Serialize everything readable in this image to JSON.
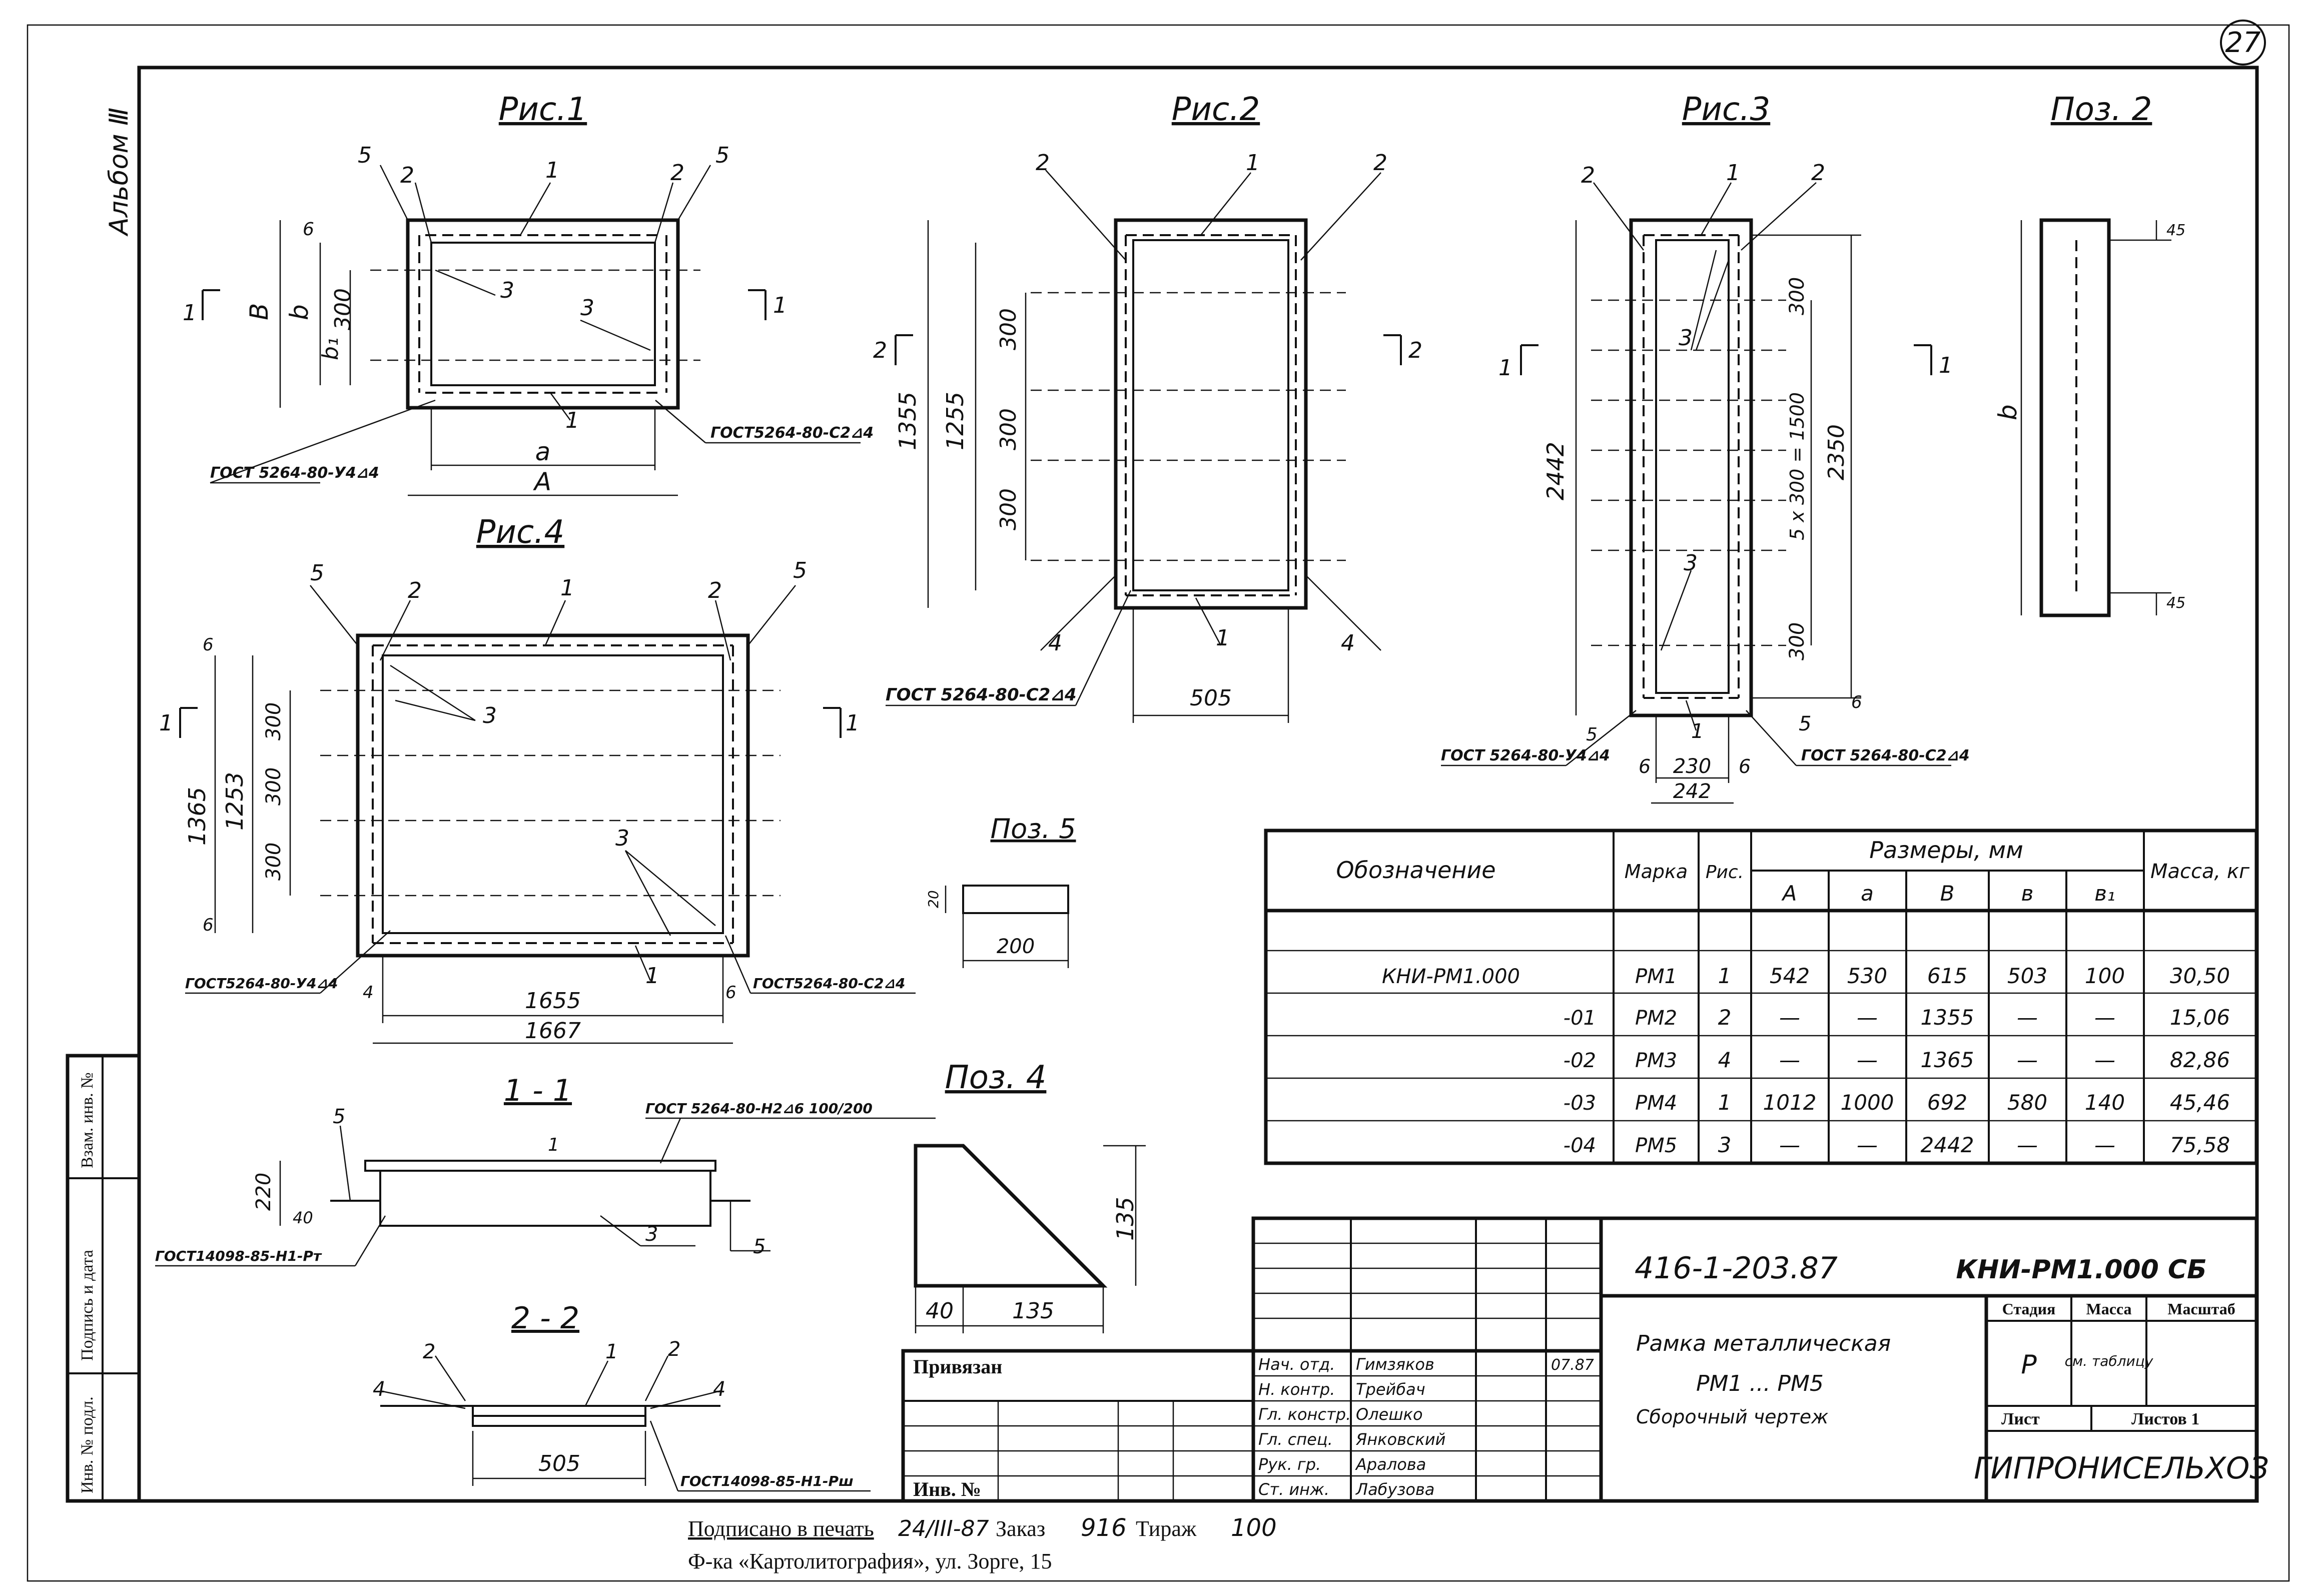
{
  "sheet": {
    "number": "27",
    "album": "Альбом Ⅲ"
  },
  "figures": {
    "fig1": {
      "title": "Рис.1",
      "ref2": "2",
      "ref5": "5",
      "ref1": "1",
      "ref3": "3",
      "dims": {
        "B": "B",
        "b": "b",
        "b1": "b₁",
        "d300": "300",
        "a": "a",
        "A": "A",
        "six": "6"
      },
      "section": "1",
      "weld_bottom": "ГОСТ 5264-80-У4⊿4",
      "weld_right": "ГОСТ5264-80-С2⊿4"
    },
    "fig2": {
      "title": "Рис.2",
      "ref2": "2",
      "ref1": "1",
      "ref4": "4",
      "dims": {
        "d1355": "1355",
        "d1255": "1255",
        "d300": "300",
        "d505": "505"
      },
      "section": "2",
      "weld": "ГОСТ 5264-80-С2⊿4"
    },
    "fig3": {
      "title": "Рис.3",
      "ref2": "2",
      "ref1": "1",
      "ref3": "3",
      "ref5": "5",
      "ref6": "6",
      "dims": {
        "d2442": "2442",
        "d5x300": "5 х 300 = 1500",
        "d2350": "2350",
        "d300": "300",
        "d230": "230",
        "d242": "242"
      },
      "section": "1",
      "weld_left": "ГОСТ 5264-80-У4⊿4",
      "weld_right": "ГОСТ 5264-80-С2⊿4"
    },
    "fig4": {
      "title": "Рис.4",
      "ref2": "2",
      "ref1": "1",
      "ref3": "3",
      "ref5": "5",
      "dims": {
        "d1365": "1365",
        "d1253": "1253",
        "d300": "300",
        "d1655": "1655",
        "d1667": "1667",
        "six": "6",
        "four": "4"
      },
      "section": "1",
      "weld_left": "ГОСТ5264-80-У4⊿4",
      "weld_right": "ГОСТ5264-80-С2⊿4"
    },
    "pos2": {
      "title": "Поз. 2",
      "dims": {
        "b": "b",
        "d45": "45"
      }
    },
    "pos5": {
      "title": "Поз. 5",
      "dims": {
        "d200": "200",
        "d20": "20"
      }
    },
    "pos4": {
      "title": "Поз. 4",
      "dims": {
        "d40": "40",
        "d135a": "135",
        "d135b": "135"
      }
    },
    "sec11": {
      "title": "1 - 1",
      "dims": {
        "d220": "220",
        "d40": "40"
      },
      "refs": {
        "r5": "5",
        "r1": "1",
        "r3": "3"
      },
      "weld_top": "ГОСТ 5264-80-Н2⊿6 100/200",
      "weld_bottom": "ГОСТ14098-85-Н1-Рт"
    },
    "sec22": {
      "title": "2 - 2",
      "dims": {
        "d505": "505"
      },
      "refs": {
        "r2": "2",
        "r1": "1",
        "r4": "4"
      },
      "weld": "ГОСТ14098-85-Н1-Рш"
    }
  },
  "spec_table": {
    "headers": {
      "designation": "Обозначение",
      "mark": "Марка",
      "fig": "Рис.",
      "sizes": "Размеры, мм",
      "mass": "Масса, кг"
    },
    "size_cols": [
      "А",
      "а",
      "В",
      "в",
      "в₁"
    ],
    "rows": [
      {
        "designation": "КНИ-РМ1.000",
        "mark": "РМ1",
        "fig": "1",
        "A": "542",
        "a": "530",
        "B": "615",
        "b": "503",
        "b1": "100",
        "mass": "30,50"
      },
      {
        "designation": "-01",
        "mark": "РМ2",
        "fig": "2",
        "A": "—",
        "a": "—",
        "B": "1355",
        "b": "—",
        "b1": "—",
        "mass": "15,06"
      },
      {
        "designation": "-02",
        "mark": "РМ3",
        "fig": "4",
        "A": "—",
        "a": "—",
        "B": "1365",
        "b": "—",
        "b1": "—",
        "mass": "82,86"
      },
      {
        "designation": "-03",
        "mark": "РМ4",
        "fig": "1",
        "A": "1012",
        "a": "1000",
        "B": "692",
        "b": "580",
        "b1": "140",
        "mass": "45,46"
      },
      {
        "designation": "-04",
        "mark": "РМ5",
        "fig": "3",
        "A": "—",
        "a": "—",
        "B": "2442",
        "b": "—",
        "b1": "—",
        "mass": "75,58"
      }
    ]
  },
  "title_block": {
    "project": "416-1-203.87",
    "doc_code": "КНИ-РМ1.000 СБ",
    "name1": "Рамка металлическая",
    "name2": "РМ1 ... РМ5",
    "name3": "Сборочный чертеж",
    "stage_label": "Стадия",
    "mass_label": "Масса",
    "scale_label": "Масштаб",
    "stage": "Р",
    "mass_value": "см. таблицу",
    "sheet_label": "Лист",
    "sheets_label": "Листов 1",
    "org": "ГИПРОНИСЕЛЬХОЗ",
    "tied": "Привязан",
    "inv": "Инв. №",
    "signers": [
      {
        "role": "Нач. отд.",
        "name": "Гимзяков",
        "date": "07.87"
      },
      {
        "role": "Н. контр.",
        "name": "Трейбач",
        "date": ""
      },
      {
        "role": "Гл. констр.",
        "name": "Олешко",
        "date": ""
      },
      {
        "role": "Гл. спец.",
        "name": "Янковский",
        "date": ""
      },
      {
        "role": "Рук. гр.",
        "name": "Аралова",
        "date": ""
      },
      {
        "role": "Ст. инж.",
        "name": "Лабузова",
        "date": ""
      }
    ],
    "side_labels": [
      "Инв. № подл.",
      "Подпись и дата",
      "Взам. инв. №"
    ]
  },
  "print_info": {
    "line1_a": "Подписано в печать",
    "line1_date": "24/III-87",
    "line1_b": "Заказ",
    "order": "916",
    "line1_c": "Тираж",
    "copies": "100",
    "line2": "Ф-ка «Картолитография», ул. Зорге, 15"
  }
}
